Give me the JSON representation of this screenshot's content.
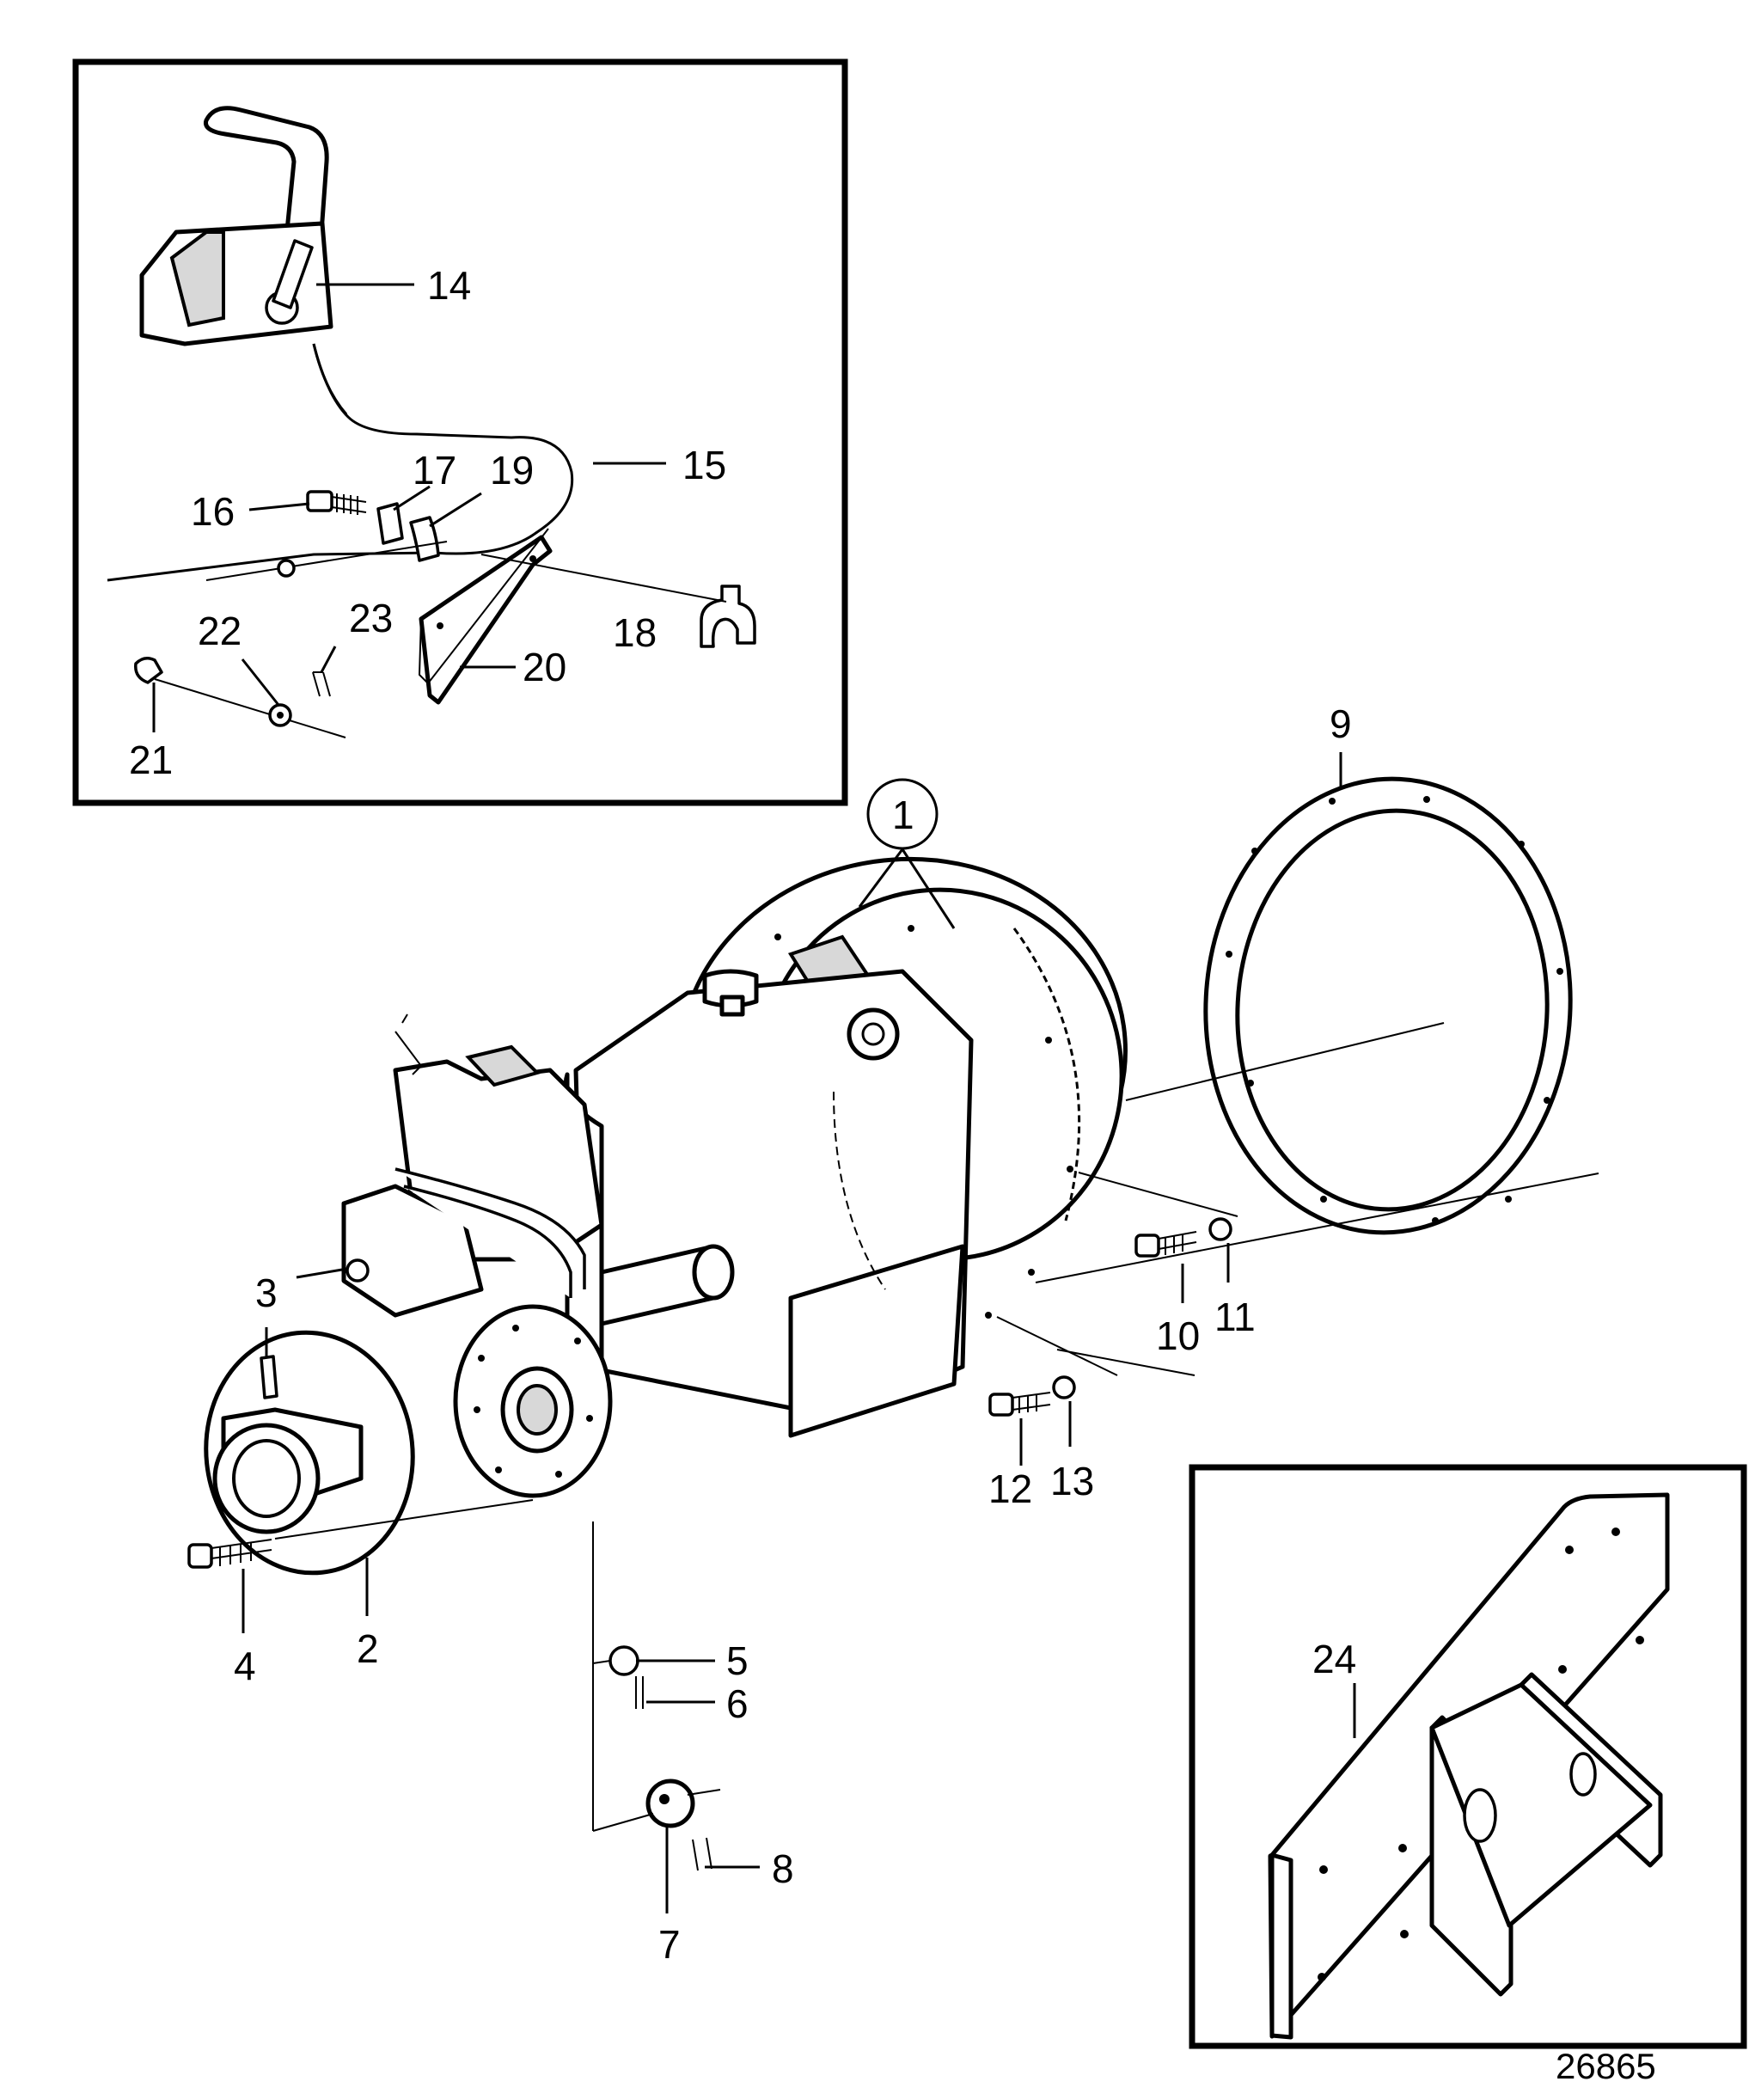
{
  "labels": {
    "p1": "1",
    "p2": "2",
    "p3": "3",
    "p4": "4",
    "p5": "5",
    "p6": "6",
    "p7": "7",
    "p8": "8",
    "p9": "9",
    "p10": "10",
    "p11": "11",
    "p12": "12",
    "p13": "13",
    "p14": "14",
    "p15": "15",
    "p16": "16",
    "p17": "17",
    "p18": "18",
    "p19": "19",
    "p20": "20",
    "p21": "21",
    "p22": "22",
    "p23": "23",
    "p24": "24"
  },
  "drawing_number": "26865",
  "icons": {
    "control-lever": "remote-control-lever-icon",
    "gearbox": "reverse-gearbox-icon",
    "flange-ring": "flywheel-ring-icon",
    "bracket": "engine-mount-bracket-icon"
  }
}
